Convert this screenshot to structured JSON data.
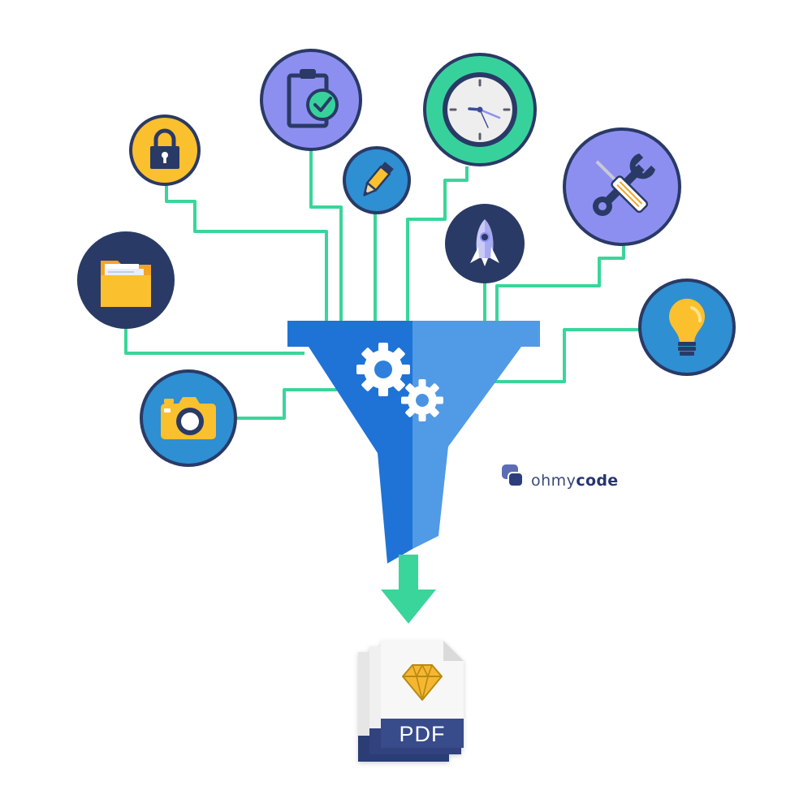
{
  "brand": {
    "prefix": "ohmy",
    "suffix": "code"
  },
  "output_doc": {
    "label": "PDF"
  },
  "colors": {
    "pipe": "#3ad59a",
    "funnel_left": "#1f73d6",
    "funnel_right": "#519ae6",
    "navy": "#2a3a66",
    "purple": "#8d8ff0",
    "green": "#37d29c",
    "mid_blue": "#2e8fd2",
    "yellow": "#fbc02d",
    "doc_bar": "#384b8a"
  },
  "icons": [
    "lock-icon",
    "clipboard-check-icon",
    "pencil-icon",
    "clock-icon",
    "rocket-icon",
    "tools-icon",
    "folder-icon",
    "lightbulb-icon",
    "camera-icon",
    "gears-icon",
    "diamond-icon"
  ]
}
